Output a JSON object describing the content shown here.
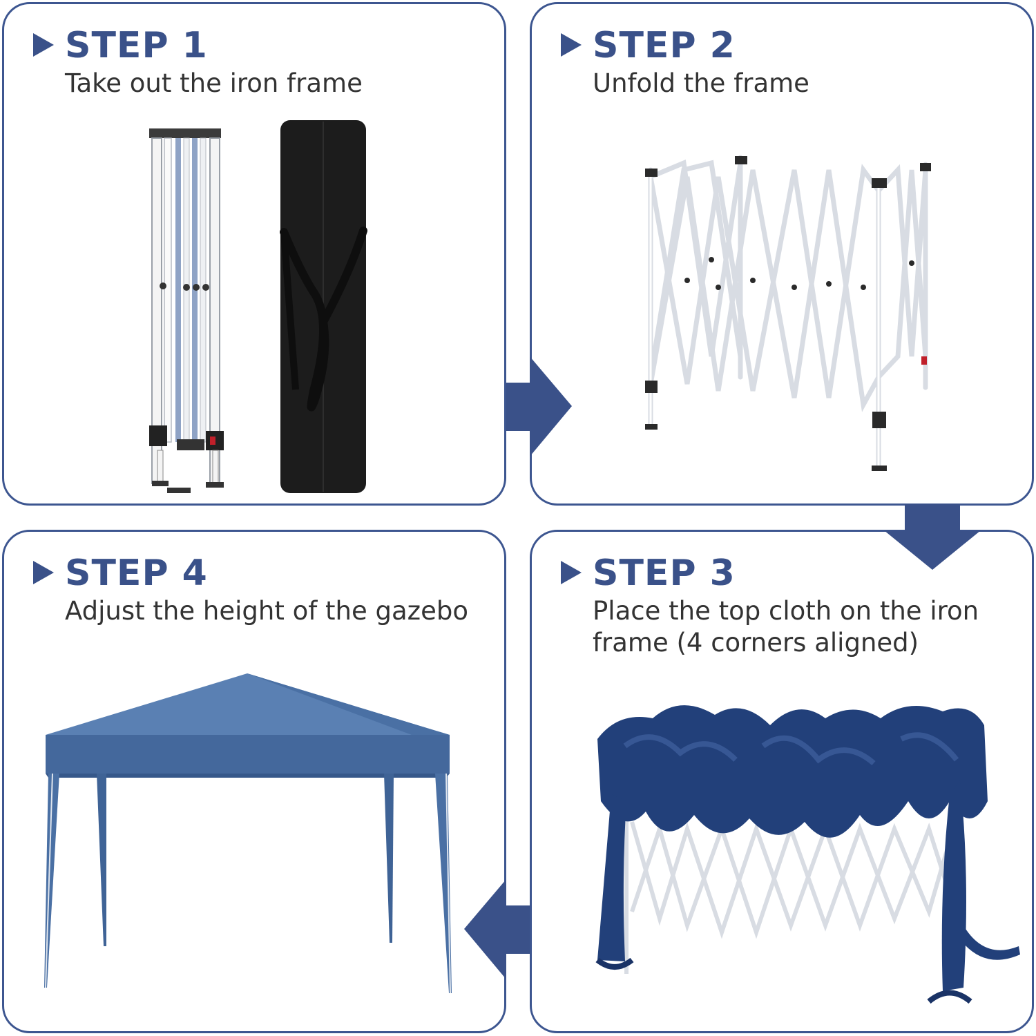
{
  "steps": [
    {
      "id": "step-1",
      "title": "STEP 1",
      "description": "Take out the iron frame"
    },
    {
      "id": "step-2",
      "title": "STEP 2",
      "description": "Unfold the frame"
    },
    {
      "id": "step-3",
      "title": "STEP 3",
      "description": "Place the top cloth on the iron frame (4 corners aligned)"
    },
    {
      "id": "step-4",
      "title": "STEP 4",
      "description": "Adjust the height of the gazebo"
    }
  ],
  "colors": {
    "accent": "#3a5189",
    "border": "#3d5690",
    "canopy": "#4f75a8",
    "canopy_dark": "#223d74",
    "bag": "#1c1c1c",
    "frame": "#f2f2f2"
  },
  "icons": [
    "play-triangle-icon",
    "arrow-right-icon",
    "arrow-down-icon",
    "arrow-left-icon"
  ]
}
